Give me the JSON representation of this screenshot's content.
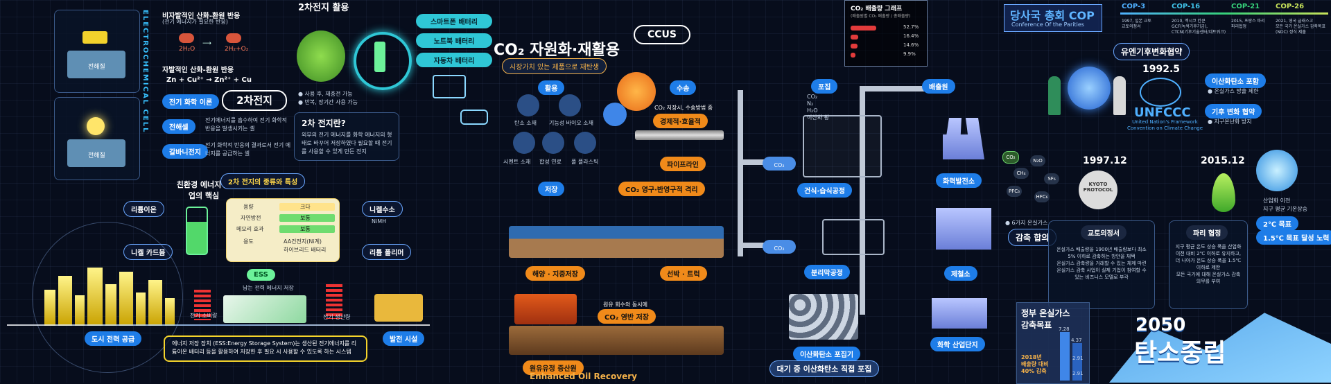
{
  "battery": {
    "title_vertical": "ELECTROCHEMICAL CELL",
    "reaction1_title": "비자발적인 산화-환원 반응",
    "reaction1_sub": "(전기 에너지가 필요한 반응)",
    "reaction1_formula_left": "2H₂O",
    "reaction1_formula_right": "2H₂+O₂",
    "reaction2_title": "자발적인 산화-환원 반응",
    "reaction2_formula": "Zn + Cu²⁺ → Zn²⁺ + Cu",
    "cell1_label": "전해질",
    "cell2_label": "전해질",
    "theory_label": "전기 화학 이론",
    "secondary_title": "2차전지",
    "electrolysis_label": "전해셀",
    "electrolysis_desc": "전기에너지를 흡수하여 전기 화학적 반응을 발생시키는 셀",
    "galvanic_label": "갈바니전지",
    "galvanic_desc": "전기 화학적 반응의 결과로서 전기 에너지를 공급하는 셀",
    "usage_title": "2차전지 활용",
    "usage_items": [
      "스마트폰 배터리",
      "노트북 배터리",
      "자동차 배터리"
    ],
    "usage_bullets": [
      "사용 후, 재충전 가능",
      "반복, 장기간 사용 가능"
    ],
    "what_title": "2차 전지란?",
    "what_desc": "외부의 전기 에너지를 화학 에너지의 형태로 바꾸어 저장하였다 필요할 때 전기를 사용할 수 있게 만든 전지",
    "eco_title": "친환경 에너지 산업의 핵심",
    "types_title": "2차 전지의 종류와 특성",
    "types_rows": [
      {
        "k": "용량",
        "v": "크다"
      },
      {
        "k": "자연방전",
        "v": "보통"
      },
      {
        "k": "메모리 효과",
        "v": "보통"
      },
      {
        "k": "용도",
        "v": "AA건전지(Ni계)\n하이브리드 배터리"
      }
    ],
    "left_tags": [
      "리튬이온",
      "니켈 카드뮴"
    ],
    "right_tags": [
      "니켈수소",
      "리튬 폴리머"
    ],
    "nimh": "NiMH",
    "ess_label": "ESS",
    "ess_sub": "남는 전력 에너지 저장",
    "city_label": "도시 전력 공급",
    "plant_label": "발전 시설",
    "pack1_label": "전기 소비량",
    "pack2_label": "전기 생산량",
    "ess_desc": "에너지 저장 장치 (ESS:Energy Storage System)는 생산된 전기에너지를 리튬이온 배터리 등을 활용하여 저장한 후 필요 시 사용할 수 있도록 하는 시스템"
  },
  "ccus": {
    "title": "CO₂ 자원화·재활용",
    "subtitle": "시장가치 있는 제품으로 재탄생",
    "badge": "CCUS",
    "utilize_label": "활용",
    "utilize_items": [
      "탄소 소재",
      "기능성 바이오 소재",
      "시멘트 소재",
      "합성 연료",
      "폴 플라스틱"
    ],
    "transport_label": "수송",
    "transport_desc": "CO₂ 저장시, 수송방법 중",
    "transport_badge": "경제적·효율적",
    "pipeline_label": "파이프라인",
    "storage_label": "저장",
    "storage_desc": "CO₂ 영구·반영구적 격리",
    "sea_label": "해양 · 지중저장",
    "land_label": "선박 · 트럭",
    "eor_small": "원유 회수와 동시에",
    "eor_badge": "CO₂ 영반 저장",
    "oil_label": "원유유정 증산원",
    "eor_title": "Enhanced Oil Recovery",
    "capture_label": "포집",
    "co2_tag": "CO₂",
    "dry_label": "건식·습식공정",
    "membrane_label": "분리막공정",
    "dac_label": "이산화탄소 포집기",
    "dac_title": "대기 중 이산화탄소 직접 포집",
    "emission_label": "배출원",
    "sources": [
      "화력발전소",
      "제철소",
      "화학 산업단지"
    ],
    "graph_title": "CO₂ 배출량 그래프",
    "graph_sub": "(배출원별 CO₂ 배출량 / 총배출량)",
    "graph_values": [
      52.7,
      16.4,
      14.6,
      9.9
    ],
    "graph_value_labels": [
      "52.7%",
      "16.4%",
      "14.6%",
      "9.9%"
    ],
    "legend_items": [
      "CO₂",
      "N₂",
      "H₂O",
      "이산화 황"
    ]
  },
  "cop": {
    "title": "당사국 총회 COP",
    "subtitle": "Conference Of the Parities",
    "timeline": [
      {
        "name": "COP-3",
        "desc": "1997, 일본 교토\n교토의정서"
      },
      {
        "name": "COP-16",
        "desc": "2010, 멕시코 칸쿤\nGCF(녹색기후기금),\nCTCN(기후기술센터/네트워크)"
      },
      {
        "name": "COP-21",
        "desc": "2015, 프랑스 파리\n파리협정"
      },
      {
        "name": "COP-26",
        "desc": "2021, 영국 글래스고\n모든 국가 온실가스 감축목표\n(NDC) 정식 제출"
      }
    ],
    "unfccc_title": "유엔기후변화협약",
    "unfccc_year": "1992.5",
    "unfccc_name": "UNFCCC",
    "unfccc_full": "United Nation's Framework\nConvention on Climate Change",
    "tags": [
      "이산화탄소 포함",
      "기후 변화 협약"
    ],
    "tag_bullets": [
      "온실가스 방출 제한",
      "지구온난화 방지"
    ],
    "kyoto_year": "1997.12",
    "kyoto_name": "KYOTO PROTOCOL",
    "gases": [
      "CO₂",
      "N₂O",
      "CH₄",
      "SF₆",
      "PFC₆",
      "HFC₆"
    ],
    "gases_count": "6가지 온실가스",
    "reduce_label": "감축 합의",
    "kyoto_box_title": "교토의정서",
    "kyoto_box_desc": "온실가스 배출량을 1900년 배출량보다 최소 5% 이하로 감축하는 방안을 채택\n온실가스 감축량을 거래할 수 있는 체제 마련\n온실가스 감축 사업이 실제 기업이 참여할 수 있는 비즈니스 모델로 부각",
    "paris_year": "2015.12",
    "paris_box_title": "파리 협정",
    "paris_box_desc": "지구 평균 온도 상승 폭을 산업화 이전 대비 2℃ 이하로 유지하고, 더 나아가 온도 상승 폭을 1.5℃ 이하로 제한\n모든 국가에 대해 온실가스 감축 의무를 부여",
    "paris_bullet": "산업화 이전\n지구 평균 기온상승",
    "paris_goal1": "2℃ 목표",
    "paris_goal2": "1.5℃ 목표 달성 노력",
    "gov_title": "정부 온실가스\n감축목표",
    "gov_values": [
      "7.28",
      "4.37",
      "2.91",
      "2.91"
    ],
    "gov_highlight": "2018년\n배출량 대비\n40% 감축",
    "neutral_year": "2050",
    "neutral_text": "탄소중립"
  },
  "colors": {
    "bg": "#070d1c",
    "accent_blue": "#1e7de8",
    "accent_orange": "#f08a1a",
    "accent_teal": "#2fc7d6",
    "cop_green": "#36d07a"
  }
}
